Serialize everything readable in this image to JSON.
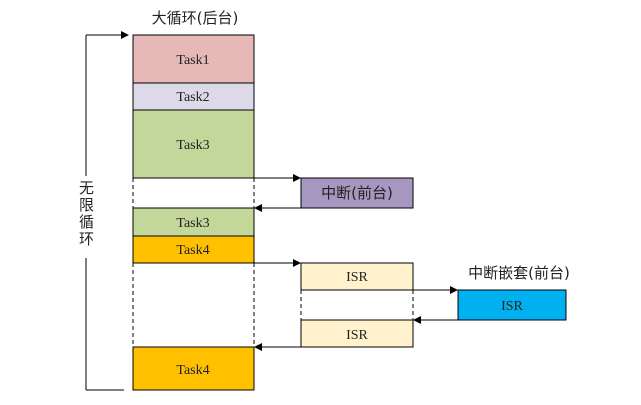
{
  "title_background": "大循环(后台)",
  "loop_label": "无限循环",
  "nested_label": "中断嵌套(前台)",
  "blocks": {
    "task1": {
      "label": "Task1",
      "color": "#e6b8b7"
    },
    "task2": {
      "label": "Task2",
      "color": "#ddd9e8"
    },
    "task3a": {
      "label": "Task3",
      "color": "#c4d79b"
    },
    "interrupt": {
      "label": "中断(前台)",
      "color": "#a697c0"
    },
    "task3b": {
      "label": "Task3",
      "color": "#c4d79b"
    },
    "task4a": {
      "label": "Task4",
      "color": "#ffc000"
    },
    "isr1": {
      "label": "ISR",
      "color": "#fff2cc"
    },
    "isr_nested": {
      "label": "ISR",
      "color": "#00b0f0"
    },
    "isr2": {
      "label": "ISR",
      "color": "#fff2cc"
    },
    "task4b": {
      "label": "Task4",
      "color": "#ffc000"
    }
  }
}
